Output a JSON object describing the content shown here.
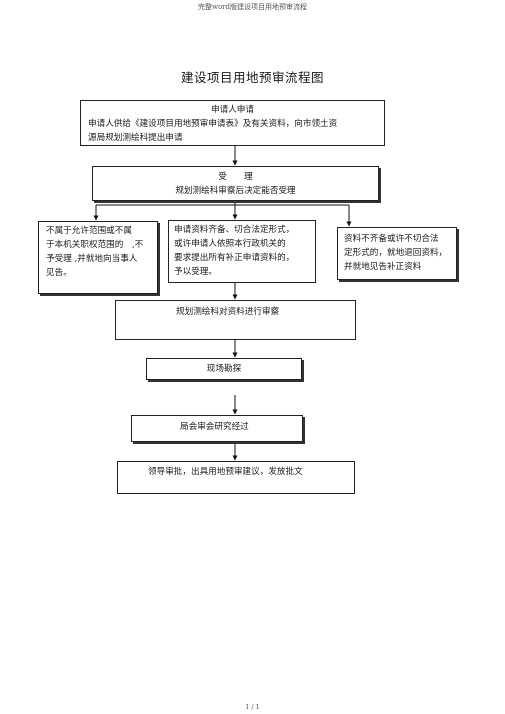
{
  "header": "完整word版建设项目用地预审流程",
  "title": "建设项目用地预审流程图",
  "nodes": {
    "apply": {
      "title": "申请人申请",
      "line1": "申请人供给《建设项目用地预审申请表》及有关资料，向市领土资",
      "line2": "源局规划测绘科提出申请"
    },
    "accept": {
      "title": "受　　理",
      "line1": "规划测绘科审察后决定能否受理"
    },
    "reject": {
      "line1": "不属于允许范围或不属",
      "line2": "于本机关职权范围的　,不",
      "line3": "予受理 ,并就地向当事人",
      "line4": "见告。"
    },
    "accept_cond": {
      "line1": "申请资料齐备、切合法定形式，",
      "line2": "或许申请人依照本行政机关的",
      "line3": "要求提出所有补正申请资料的，",
      "line4": "予以受理。"
    },
    "incomplete": {
      "line1": "资料不齐备或许不切合法",
      "line2": "定形式的，就地退回资料，",
      "line3": "并就地见告补正资料"
    },
    "review": {
      "line1": "规划测绘科对资料进行审察"
    },
    "survey": {
      "line1": "现场勘探"
    },
    "meeting": {
      "line1": "局会审会研究经过"
    },
    "approve": {
      "line1": "领导审批，出具用地预审建议，发放批文"
    }
  },
  "footer": "1 / 1"
}
